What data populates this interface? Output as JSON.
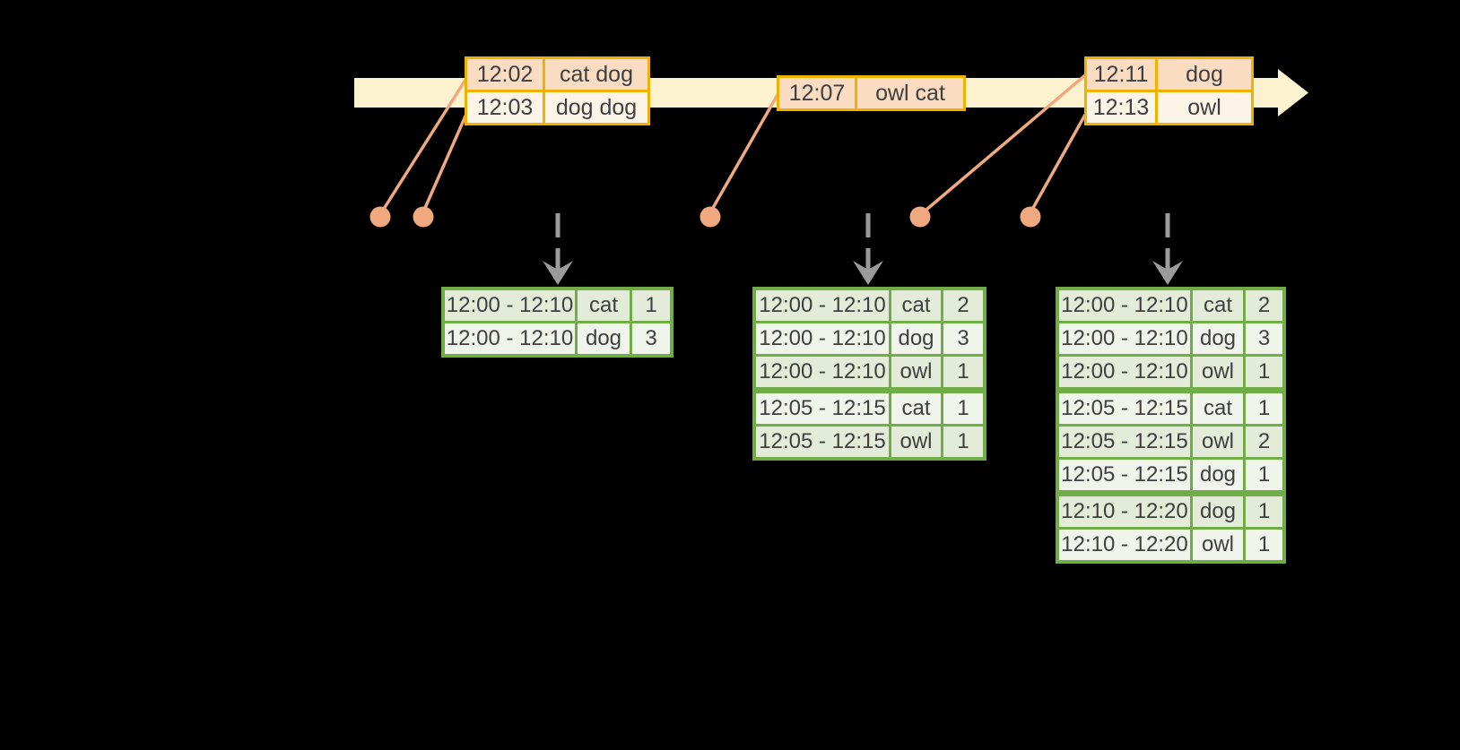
{
  "colors": {
    "background": "#000000",
    "timeline_band": "#fdf2cf",
    "event_table_border": "#f0b200",
    "event_row_peach": "#f9dcc2",
    "event_row_cream": "#fdf4e8",
    "connector_salmon": "#f0a97e",
    "trigger_arrow_gray": "#9b9b9b",
    "result_table_border": "#71ad47",
    "result_row_dark": "#e2ecd8",
    "result_row_light": "#f0f5ec",
    "text": "#3f3f3f"
  },
  "events": [
    {
      "rows": [
        {
          "time": "12:02",
          "words": "cat dog"
        },
        {
          "time": "12:03",
          "words": "dog dog"
        }
      ]
    },
    {
      "rows": [
        {
          "time": "12:07",
          "words": "owl cat"
        }
      ]
    },
    {
      "rows": [
        {
          "time": "12:11",
          "words": "dog"
        },
        {
          "time": "12:13",
          "words": "owl"
        }
      ]
    }
  ],
  "results": [
    {
      "rows": [
        {
          "window": "12:00 - 12:10",
          "word": "cat",
          "count": "1"
        },
        {
          "window": "12:00 - 12:10",
          "word": "dog",
          "count": "3"
        }
      ]
    },
    {
      "rows": [
        {
          "window": "12:00 - 12:10",
          "word": "cat",
          "count": "2"
        },
        {
          "window": "12:00 - 12:10",
          "word": "dog",
          "count": "3"
        },
        {
          "window": "12:00 - 12:10",
          "word": "owl",
          "count": "1"
        },
        {
          "window": "12:05 - 12:15",
          "word": "cat",
          "count": "1"
        },
        {
          "window": "12:05 - 12:15",
          "word": "owl",
          "count": "1"
        }
      ]
    },
    {
      "rows": [
        {
          "window": "12:00 - 12:10",
          "word": "cat",
          "count": "2"
        },
        {
          "window": "12:00 - 12:10",
          "word": "dog",
          "count": "3"
        },
        {
          "window": "12:00 - 12:10",
          "word": "owl",
          "count": "1"
        },
        {
          "window": "12:05 - 12:15",
          "word": "cat",
          "count": "1"
        },
        {
          "window": "12:05 - 12:15",
          "word": "owl",
          "count": "2"
        },
        {
          "window": "12:05 - 12:15",
          "word": "dog",
          "count": "1"
        },
        {
          "window": "12:10 - 12:20",
          "word": "dog",
          "count": "1"
        },
        {
          "window": "12:10 - 12:20",
          "word": "owl",
          "count": "1"
        }
      ]
    }
  ]
}
